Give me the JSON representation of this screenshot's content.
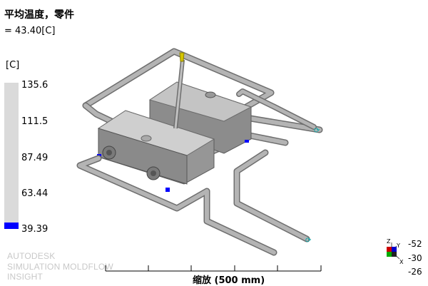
{
  "header": {
    "title": "平均温度，零件",
    "value_text": "= 43.40[C]"
  },
  "legend": {
    "unit": "[C]",
    "ticks": [
      "135.6",
      "111.5",
      "87.49",
      "63.44",
      "39.39"
    ],
    "max": 135.6,
    "min": 39.39,
    "value": 43.4,
    "bar_color": "#dadada",
    "fill_color": "#0000ff"
  },
  "branding": {
    "line1": "AUTODESK",
    "line2": "SIMULATION MOLDFLOW",
    "line3": "INSIGHT"
  },
  "scale": {
    "label": "缩放 (500 mm)"
  },
  "orientation": {
    "rotation": [
      "-52",
      "-30",
      "-26"
    ],
    "axis_labels": [
      "Z",
      "Y",
      "X"
    ]
  },
  "colors": {
    "pipe": "#a9a9a9",
    "part": "#9e9e9e",
    "highlight": "#0000ff",
    "inlet": "#00aaaa",
    "gate": "#d4c400"
  }
}
